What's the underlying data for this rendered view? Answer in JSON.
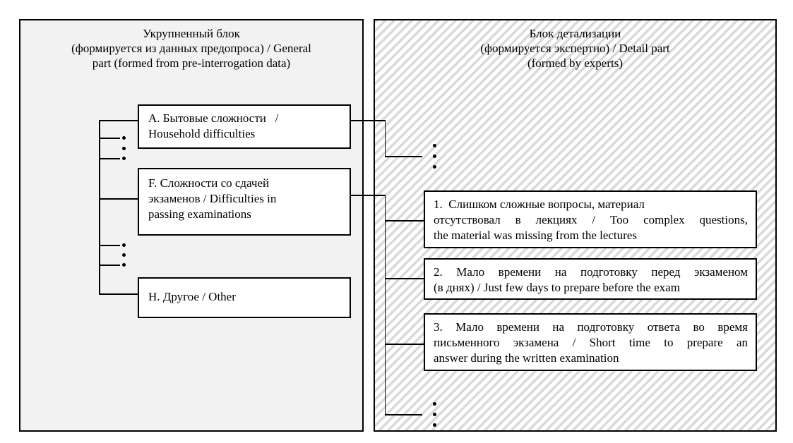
{
  "left_panel": {
    "name": "general-part",
    "title_lines": [
      "Укрупненный блок",
      "(формируется из данных предопроса) / General",
      "part (formed from pre-interrogation data)"
    ],
    "boxes": [
      {
        "id": "A",
        "lines": [
          "A. Бытовые сложности   /",
          "Household difficulties"
        ]
      },
      {
        "id": "F",
        "lines": [
          "F. Сложности со сдачей",
          "экзаменов / Difficulties in",
          "passing examinations"
        ]
      },
      {
        "id": "H",
        "lines": [
          "H. Другое / Other"
        ]
      }
    ]
  },
  "right_panel": {
    "name": "detail-part",
    "title_lines": [
      "Блок детализации",
      "(формируется экспертно) / Detail part",
      "(formed by experts)"
    ],
    "boxes": [
      {
        "id": "1",
        "lines": [
          "1.  Слишком сложные вопросы, материал",
          "отсутствовал в лекциях / Too complex questions,",
          "the material was missing from the lectures"
        ]
      },
      {
        "id": "2",
        "lines": [
          "2. Мало времени на подготовку перед экзаменом",
          "(в днях) / Just few days to prepare before the exam"
        ]
      },
      {
        "id": "3",
        "lines": [
          "3. Мало времени на подготовку ответа во время",
          "письменного экзамена / Short time to prepare an",
          "answer during the written examination"
        ]
      }
    ]
  },
  "colors": {
    "left_panel_fill": "#f2f2f2",
    "hatch_stripe": "#d9d9d9",
    "box_fill": "#ffffff",
    "line": "#000000",
    "text": "#000000"
  }
}
